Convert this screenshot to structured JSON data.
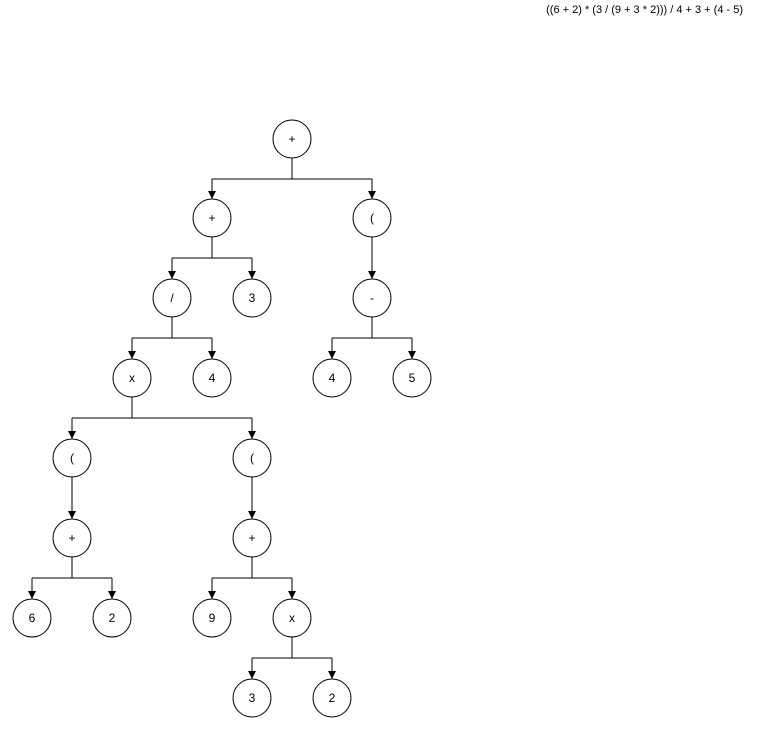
{
  "expression": "((6 + 2) * (3 / (9 + 3 * 2))) / 4 + 3 + (4 - 5)",
  "tree": {
    "nodes": [
      {
        "id": "n0",
        "label": "+"
      },
      {
        "id": "n1",
        "label": "+"
      },
      {
        "id": "n2",
        "label": "("
      },
      {
        "id": "n3",
        "label": "/"
      },
      {
        "id": "n4",
        "label": "3"
      },
      {
        "id": "n5",
        "label": "-"
      },
      {
        "id": "n6",
        "label": "x"
      },
      {
        "id": "n7",
        "label": "4"
      },
      {
        "id": "n8",
        "label": "4"
      },
      {
        "id": "n9",
        "label": "5"
      },
      {
        "id": "n10",
        "label": "("
      },
      {
        "id": "n11",
        "label": "("
      },
      {
        "id": "n12",
        "label": "+"
      },
      {
        "id": "n13",
        "label": "+"
      },
      {
        "id": "n14",
        "label": "6"
      },
      {
        "id": "n15",
        "label": "2"
      },
      {
        "id": "n16",
        "label": "9"
      },
      {
        "id": "n17",
        "label": "x"
      },
      {
        "id": "n18",
        "label": "3"
      },
      {
        "id": "n19",
        "label": "2"
      }
    ],
    "edges": [
      {
        "from": "n0",
        "to": [
          "n1",
          "n2"
        ]
      },
      {
        "from": "n1",
        "to": [
          "n3",
          "n4"
        ]
      },
      {
        "from": "n2",
        "to": [
          "n5"
        ]
      },
      {
        "from": "n3",
        "to": [
          "n6",
          "n7"
        ]
      },
      {
        "from": "n5",
        "to": [
          "n8",
          "n9"
        ]
      },
      {
        "from": "n6",
        "to": [
          "n10",
          "n11"
        ]
      },
      {
        "from": "n10",
        "to": [
          "n12"
        ]
      },
      {
        "from": "n11",
        "to": [
          "n13"
        ]
      },
      {
        "from": "n12",
        "to": [
          "n14",
          "n15"
        ]
      },
      {
        "from": "n13",
        "to": [
          "n16",
          "n17"
        ]
      },
      {
        "from": "n17",
        "to": [
          "n18",
          "n19"
        ]
      }
    ]
  }
}
